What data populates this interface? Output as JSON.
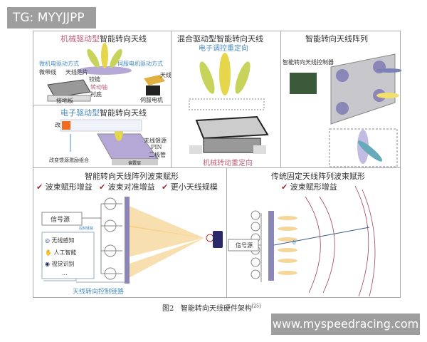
{
  "watermarks": {
    "top": "TG: MYYJJPP",
    "bottom": "www.myspeedracing.com"
  },
  "mechanical": {
    "title_colored": "机械驱动型",
    "title_rest": "智能转向天线",
    "mems": "微机电驱动方式",
    "servo": "伺服电机驱动方式",
    "labels": [
      "微带线",
      "天线贴片",
      "铰链",
      "转动轴",
      "衬底",
      "接地板",
      "天线",
      "伺服电机"
    ]
  },
  "electronic": {
    "title_colored": "电子驱动型",
    "title_rest": "智能转向天线",
    "change_left": "改",
    "labels": [
      "天线馈源",
      "PIN",
      "二极管",
      "偏置层"
    ],
    "bottom_note": "改变馈源激励组合"
  },
  "hybrid": {
    "title": "混合驱动型智能转向天线",
    "top_note": "电子调控重定向",
    "bottom_note": "机械转动重定向"
  },
  "array": {
    "title": "智能转向天线阵列",
    "controller": "智能转向天线控制器"
  },
  "smart_beam": {
    "title": "智能转向天线阵列波束赋形",
    "checks": [
      "波束赋形增益",
      "波束对准增益",
      "更小天线规模"
    ],
    "source": "信号源",
    "small_label": "控制链路",
    "list": [
      "无线感知",
      "人工智能",
      "视觉识别",
      "..."
    ],
    "control": "天线转向控制链路"
  },
  "fixed_beam": {
    "title": "传统固定天线阵列波束赋形",
    "checks": [
      "波束赋形增益"
    ],
    "source": "信号源",
    "angle": "θ"
  },
  "caption": {
    "fig": "图2",
    "text": "智能转向天线硬件架构",
    "ref": "[25]"
  },
  "colors": {
    "pink": "#c0607a",
    "blue": "#4a8cc0",
    "beam": "#f2c46d",
    "panel": "#8c86b8",
    "check": "#9a2a3a"
  }
}
